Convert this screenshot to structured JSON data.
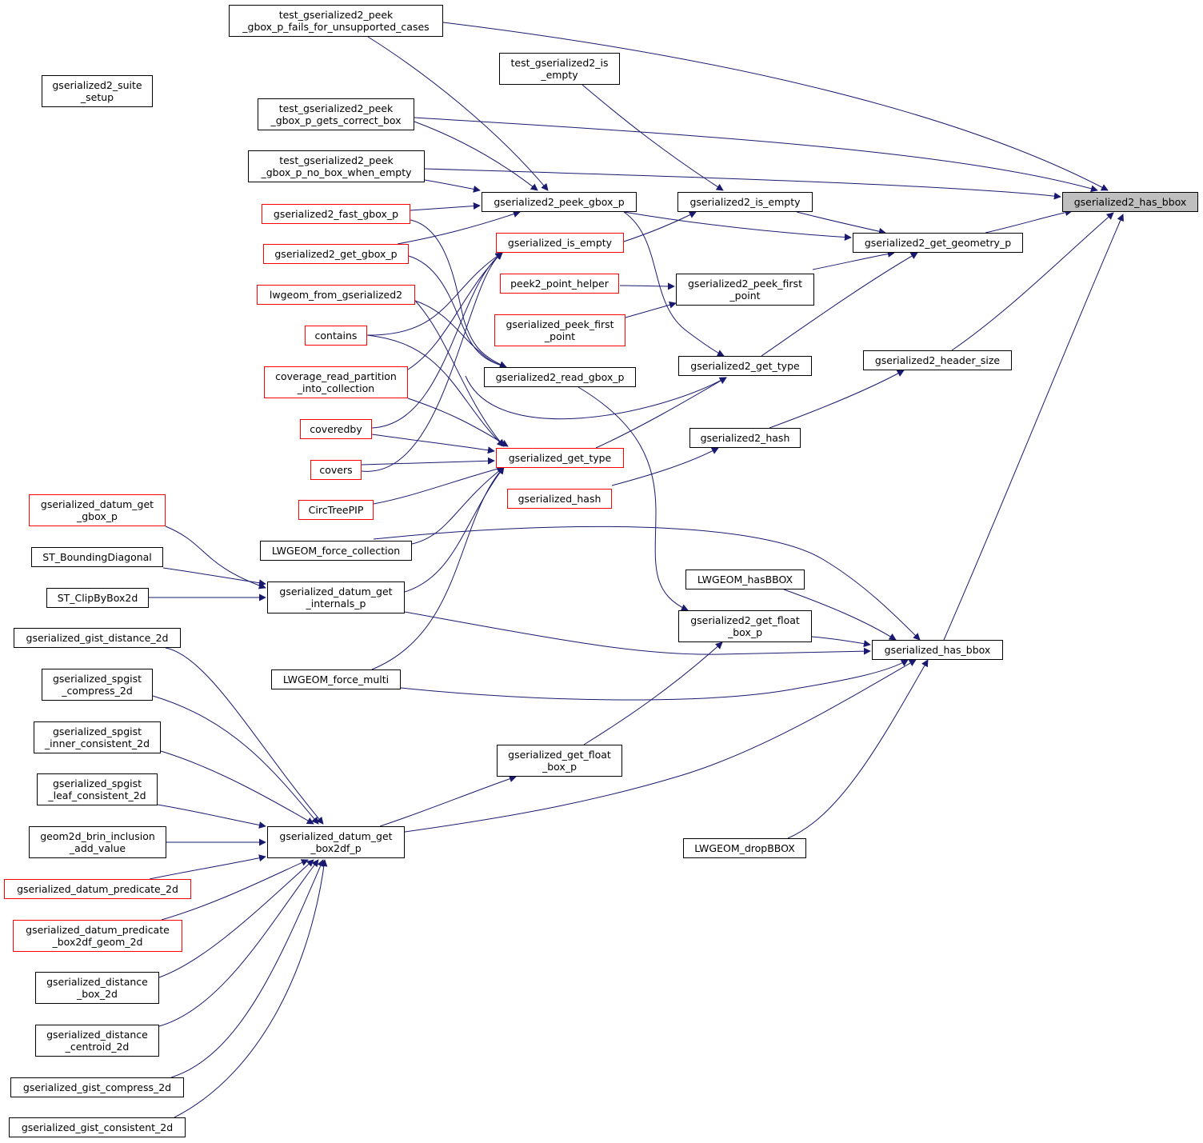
{
  "colors": {
    "edge": "#191970",
    "border": "#000000",
    "border_incomplete": "#ff0000",
    "focus_fill": "#bfbfbf"
  },
  "nodes": {
    "has_bbox2": "gserialized2_has_bbox",
    "get_geometry_p": "gserialized2_get_geometry_p",
    "is_empty2": "gserialized2_is_empty",
    "peek_first_point2": "gserialized2_peek_first\n_point",
    "get_type2": "gserialized2_get_type",
    "header_size": "gserialized2_header_size",
    "hash2": "gserialized2_hash",
    "peek_gbox_p2": "gserialized2_peek_gbox_p",
    "read_gbox_p": "gserialized2_read_gbox_p",
    "get_float_box_p2": "gserialized2_get_float\n_box_p",
    "has_bbox": "gserialized_has_bbox",
    "hasBBOX": "LWGEOM_hasBBOX",
    "dropBBOX": "LWGEOM_dropBBOX",
    "test_fails": "test_gserialized2_peek\n_gbox_p_fails_for_unsupported_cases",
    "test_is_empty": "test_gserialized2_is\n_empty",
    "test_correct_box": "test_gserialized2_peek\n_gbox_p_gets_correct_box",
    "test_no_box": "test_gserialized2_peek\n_gbox_p_no_box_when_empty",
    "suite_setup": "gserialized2_suite\n_setup",
    "fast_gbox_p": "gserialized2_fast_gbox_p",
    "get_gbox_p2": "gserialized2_get_gbox_p",
    "lwgeom_from": "lwgeom_from_gserialized2",
    "contains": "contains",
    "coverage": "coverage_read_partition\n_into_collection",
    "coveredby": "coveredby",
    "covers": "covers",
    "circtree": "CircTreePIP",
    "is_empty": "gserialized_is_empty",
    "peek2_point_helper": "peek2_point_helper",
    "peek_first_point": "gserialized_peek_first\n_point",
    "get_type": "gserialized_get_type",
    "hash": "gserialized_hash",
    "datum_get_gbox_p": "gserialized_datum_get\n_gbox_p",
    "bounding_diagonal": "ST_BoundingDiagonal",
    "clip_by_box2d": "ST_ClipByBox2d",
    "force_collection": "LWGEOM_force_collection",
    "datum_get_internals_p": "gserialized_datum_get\n_internals_p",
    "force_multi": "LWGEOM_force_multi",
    "gist_distance_2d": "gserialized_gist_distance_2d",
    "spgist_compress_2d": "gserialized_spgist\n_compress_2d",
    "spgist_inner_2d": "gserialized_spgist\n_inner_consistent_2d",
    "spgist_leaf_2d": "gserialized_spgist\n_leaf_consistent_2d",
    "brin_inclusion": "geom2d_brin_inclusion\n_add_value",
    "datum_predicate_2d": "gserialized_datum_predicate_2d",
    "datum_predicate_box2df": "gserialized_datum_predicate\n_box2df_geom_2d",
    "distance_box_2d": "gserialized_distance\n_box_2d",
    "distance_centroid_2d": "gserialized_distance\n_centroid_2d",
    "gist_compress_2d": "gserialized_gist_compress_2d",
    "gist_consistent_2d": "gserialized_gist_consistent_2d",
    "datum_get_box2df_p": "gserialized_datum_get\n_box2df_p",
    "get_float_box_p": "gserialized_get_float\n_box_p"
  }
}
